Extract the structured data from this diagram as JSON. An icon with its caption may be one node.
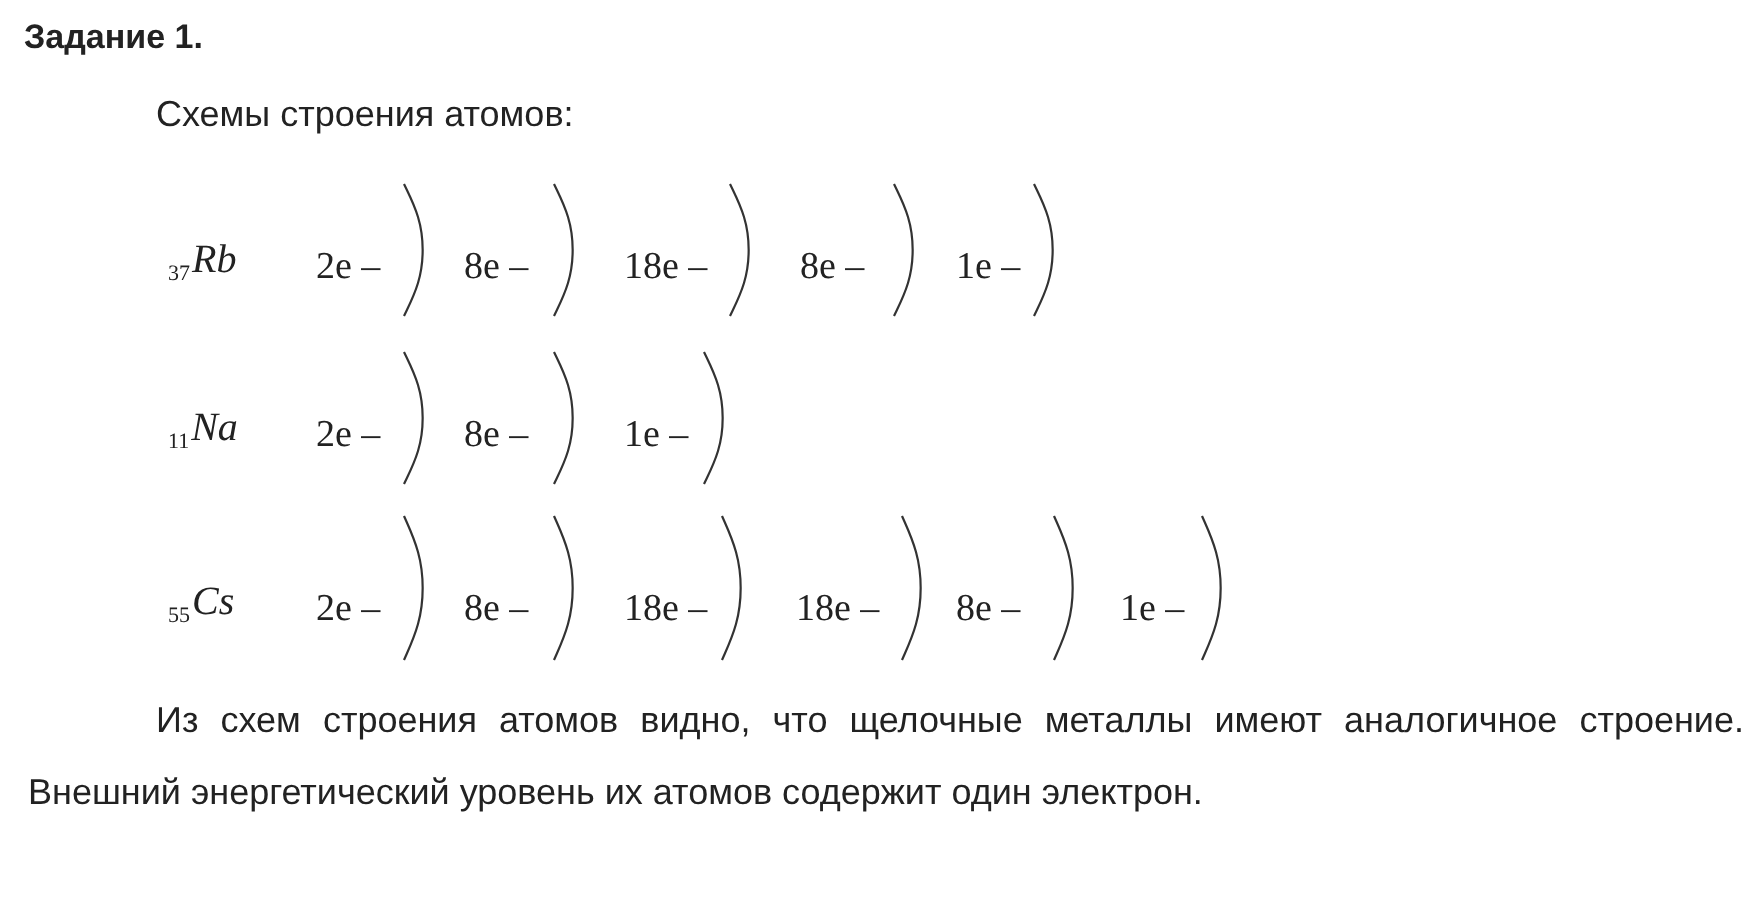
{
  "diagram": {
    "title": "Задание 1.",
    "nodes": [
      {
        "text": [
          "$_{37}$*Rb*"
        ]
      },
      {
        "text": [
          "2e –"
        ]
      },
      {
        "text": [
          "8e –"
        ]
      },
      {
        "text": [
          "18e –"
        ]
      },
      {
        "text": [
          "8e –"
        ]
      },
      {
        "text": [
          "1e –"
        ]
      },
      {
        "text": [
          "$_{11}$*Na*"
        ]
      },
      {
        "text": [
          "2e –"
        ]
      },
      {
        "text": [
          "8e –"
        ]
      },
      {
        "text": [
          "1e –"
        ]
      },
      {
        "text": [
          "$_{55}$*Cs*"
        ]
      },
      {
        "text": [
          "2e –"
        ]
      },
      {
        "text": [
          "8e –"
        ]
      },
      {
        "text": [
          "18e –"
        ]
      },
      {
        "text": [
          "18e –"
        ]
      },
      {
        "text": [
          "8e –"
        ]
      },
      {
        "text": [
          "1e –"
        ]
      }
    ],
    "labels": [
      "Схемы строения атомов:",
      "Из схем строения атомов видно, что щелочные металлы имеют аналогичное строение. Внешний энергетический уровень их атомов содержит один электрон."
    ]
  }
}
